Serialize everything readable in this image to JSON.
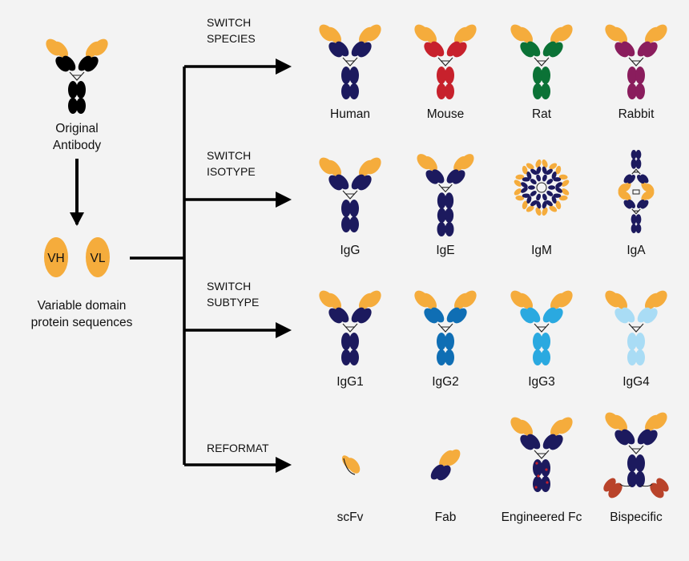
{
  "colors": {
    "background": "#f3f3f3",
    "orange": "#f5ac3c",
    "navy": "#1c1a5e",
    "black": "#000000",
    "species": {
      "human": "#1c1a5e",
      "mouse": "#c7212c",
      "rat": "#0b7236",
      "rabbit": "#8a1d5d"
    },
    "subtype": {
      "igg1": "#1c1a5e",
      "igg2": "#0f6eb4",
      "igg3": "#2aa9e0",
      "igg4": "#a9dcf5"
    },
    "engineered_mark": "#c7212c",
    "bispecific_second": "#b9432a"
  },
  "source": {
    "antibody_label_line1": "Original",
    "antibody_label_line2": "Antibody",
    "vh_label": "VH",
    "vl_label": "VL",
    "variable_label_line1": "Variable domain",
    "variable_label_line2": "protein sequences"
  },
  "branches": [
    {
      "label_lines": [
        "SWITCH",
        "SPECIES"
      ],
      "items": [
        {
          "label": "Human",
          "shape": "y",
          "color": "#1c1a5e"
        },
        {
          "label": "Mouse",
          "shape": "y",
          "color": "#c7212c"
        },
        {
          "label": "Rat",
          "shape": "y",
          "color": "#0b7236"
        },
        {
          "label": "Rabbit",
          "shape": "y",
          "color": "#8a1d5d"
        }
      ]
    },
    {
      "label_lines": [
        "SWITCH",
        "ISOTYPE"
      ],
      "items": [
        {
          "label": "IgG",
          "shape": "y",
          "color": "#1c1a5e"
        },
        {
          "label": "IgE",
          "shape": "ige",
          "color": "#1c1a5e"
        },
        {
          "label": "IgM",
          "shape": "igm",
          "color": "#1c1a5e"
        },
        {
          "label": "IgA",
          "shape": "iga",
          "color": "#1c1a5e"
        }
      ]
    },
    {
      "label_lines": [
        "SWITCH",
        "SUBTYPE"
      ],
      "items": [
        {
          "label": "IgG1",
          "shape": "y",
          "color": "#1c1a5e"
        },
        {
          "label": "IgG2",
          "shape": "y",
          "color": "#0f6eb4"
        },
        {
          "label": "IgG3",
          "shape": "y",
          "color": "#2aa9e0"
        },
        {
          "label": "IgG4",
          "shape": "y",
          "color": "#a9dcf5"
        }
      ]
    },
    {
      "label_lines": [
        "REFORMAT"
      ],
      "items": [
        {
          "label": "scFv",
          "shape": "scfv",
          "color": "#f5ac3c"
        },
        {
          "label": "Fab",
          "shape": "fab",
          "color": "#1c1a5e"
        },
        {
          "label": "Engineered Fc",
          "shape": "engfc",
          "color": "#1c1a5e"
        },
        {
          "label": "Bispecific",
          "shape": "bispec",
          "color": "#1c1a5e"
        }
      ]
    }
  ]
}
